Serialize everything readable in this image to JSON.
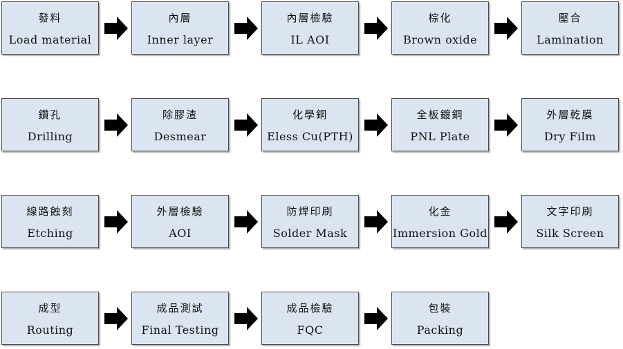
{
  "steps": [
    {
      "zh": "發料",
      "en": "Load material"
    },
    {
      "zh": "內層",
      "en": "Inner layer"
    },
    {
      "zh": "內層檢驗",
      "en": "IL AOI"
    },
    {
      "zh": "棕化",
      "en": "Brown oxide"
    },
    {
      "zh": "壓合",
      "en": "Lamination"
    },
    {
      "zh": "鑽孔",
      "en": "Drilling"
    },
    {
      "zh": "除膠渣",
      "en": "Desmear"
    },
    {
      "zh": "化學銅",
      "en": "Eless Cu(PTH)"
    },
    {
      "zh": "全板鍍銅",
      "en": "PNL Plate"
    },
    {
      "zh": "外層乾膜",
      "en": "Dry Film"
    },
    {
      "zh": "線路蝕刻",
      "en": "Etching"
    },
    {
      "zh": "外層檢驗",
      "en": "AOI"
    },
    {
      "zh": "防焊印刷",
      "en": "Solder Mask"
    },
    {
      "zh": "化金",
      "en": "Immersion Gold"
    },
    {
      "zh": "文字印刷",
      "en": "Silk Screen"
    },
    {
      "zh": "成型",
      "en": "Routing"
    },
    {
      "zh": "成品測試",
      "en": "Final Testing"
    },
    {
      "zh": "成品檢驗",
      "en": "FQC"
    },
    {
      "zh": "包裝",
      "en": "Packing"
    }
  ],
  "colors": {
    "box_fill": "#dbe5f1",
    "box_border": "#4a4a4a",
    "arrow": "#000000"
  }
}
